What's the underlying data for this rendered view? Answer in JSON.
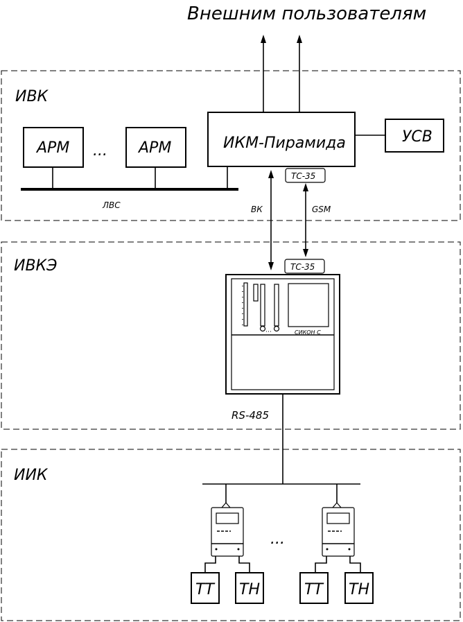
{
  "header": {
    "external_users": "Внешним пользователям"
  },
  "zones": {
    "ivk": "ИВК",
    "ivke": "ИВКЭ",
    "iik": "ИИК"
  },
  "ivk": {
    "arm_1": "АРМ",
    "ellipsis": "...",
    "arm_2": "АРМ",
    "lan_label": "ЛВС",
    "server": "ИКМ-Пирамида",
    "usv": "УСВ",
    "modem": "ТС-35"
  },
  "links": {
    "vk": "ВК",
    "gsm": "GSM",
    "rs485": "RS-485"
  },
  "ivke": {
    "modem": "ТС-35",
    "device_brand": "СИКОН С"
  },
  "iik": {
    "ellipsis": "...",
    "tt_1": "ТТ",
    "th_1": "ТН",
    "tt_2": "ТТ",
    "th_2": "ТН"
  }
}
